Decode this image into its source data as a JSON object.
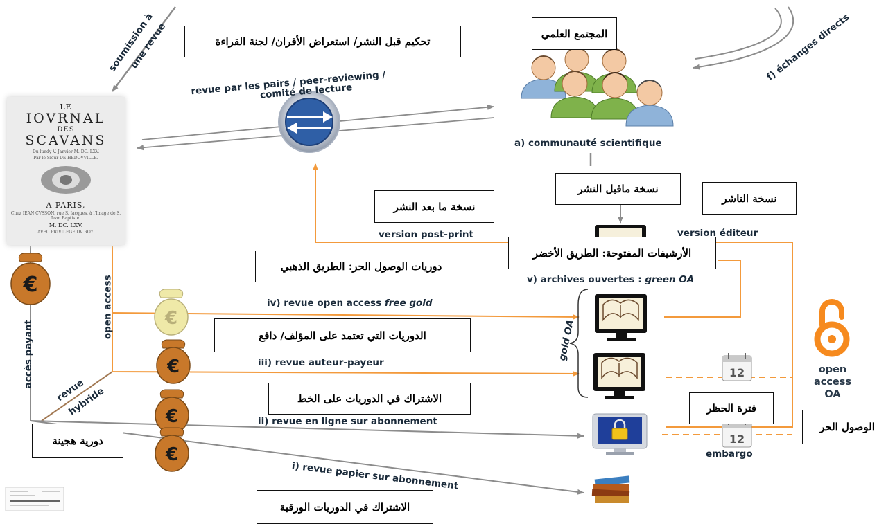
{
  "journal": {
    "line1": "LE",
    "line2": "IOVRNAL",
    "line3": "DES",
    "line4": "SCAVANS",
    "line5": "Du lundy V. Janvier M. DC. LXV.",
    "line6": "Par le Sieur DE HEDOVVILLE.",
    "line7": "A PARIS,",
    "line8": "Chez IEAN CVSSON, rue S. Iacques, à l'Image de S. Iean Baptiste.",
    "line9": "M. DC. LXV.",
    "line10": "AVEC PRIVILEGE DV ROY."
  },
  "french_labels": {
    "soumission": "soumission à",
    "une_revue": "une revue",
    "peer_review_1": "revue par les pairs / peer-reviewing /",
    "peer_review_2": "comité de lecture",
    "communaute": "a) communauté scientifique",
    "echanges": "f) échanges directs",
    "post_print": "version post-print",
    "version_editeur": "version éditeur",
    "archives_prefix": "v) archives ouvertes : ",
    "archives_italic": "green OA",
    "free_gold_prefix": "iv) revue open access ",
    "free_gold_italic": "free gold",
    "auteur_payeur": "iii) revue auteur-payeur",
    "en_ligne": "ii) revue en ligne sur abonnement",
    "papier": "i) revue papier sur abonnement",
    "gold_oa": "gold OA",
    "open_access_vertical": "open access",
    "acces_payant": "accès payant",
    "revue": "revue",
    "hybride": "hybride",
    "embargo": "embargo",
    "calendar_day": "12",
    "oa_line1": "open",
    "oa_line2": "access",
    "oa_line3": "OA"
  },
  "arabic_boxes": {
    "peer_review": "تحكيم قبل النشر/ استعراض الأقران/ لجنة القراءة",
    "community": "المجتمع العلمي",
    "preprint": "نسخة ماقبل النشر",
    "publisher_version": "نسخة الناشر",
    "postprint": "نسخة ما بعد النشر",
    "archives": "الأرشيفات المفتوحة: الطريق الأخضر",
    "gold_road": "دوريات الوصول الحر: الطريق الذهبي",
    "author_pays": "الدوريات التي تعتمد على المؤلف/ دافع",
    "online_subscription": "الاشتراك في الدوريات على الخط",
    "embargo_period": "فترة الحظر",
    "open_access": "الوصول الحر",
    "hybrid": "دورية هجينة",
    "paper_subscription": "الاشتراك في الدوريات الورقية"
  },
  "icons": {
    "euro_symbol": "€"
  },
  "colors": {
    "orange": "#f39a3c",
    "grey_line": "#8c8c8c",
    "bag_brown": "#c8782a",
    "bag_pale": "#efe9a8",
    "oa_orange": "#f68a1e",
    "exchange_blue": "#2f5fa6"
  }
}
